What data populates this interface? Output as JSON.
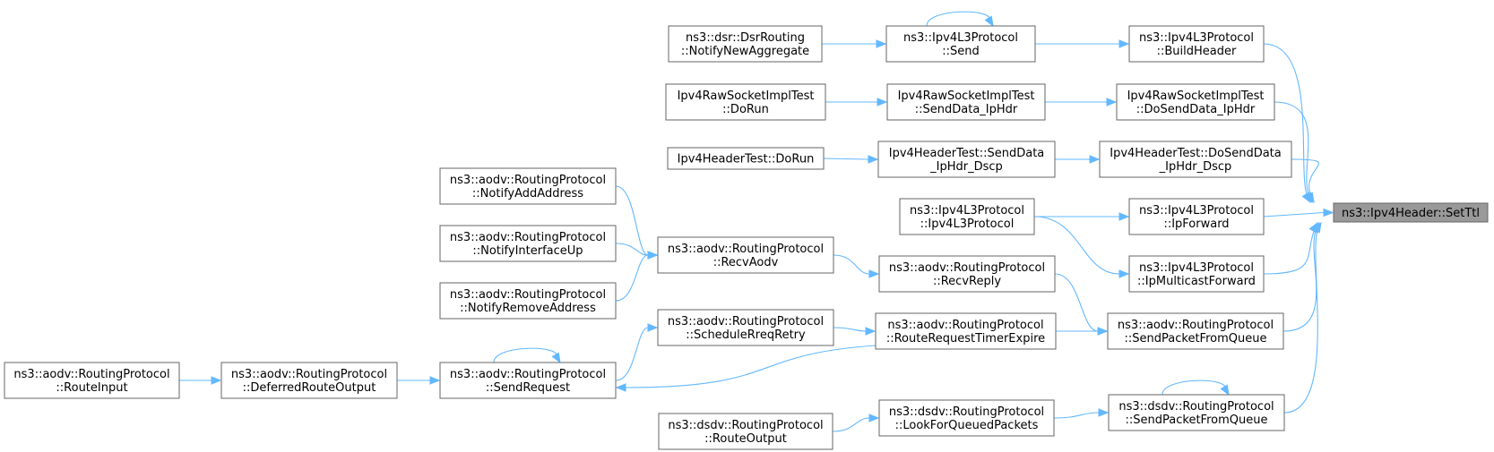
{
  "graph": {
    "root": "ns3::Ipv4Header::SetTtl",
    "nodes": {
      "settl": [
        "ns3::Ipv4Header::SetTtl"
      ],
      "buildheader": [
        "ns3::Ipv4L3Protocol",
        "::BuildHeader"
      ],
      "dosenddata_iphdr": [
        "Ipv4RawSocketImplTest",
        "::DoSendData_IpHdr"
      ],
      "dosenddata_dscp": [
        "Ipv4HeaderTest::DoSendData",
        "_IpHdr_Dscp"
      ],
      "ipforward": [
        "ns3::Ipv4L3Protocol",
        "::IpForward"
      ],
      "ipmulticastforward": [
        "ns3::Ipv4L3Protocol",
        "::IpMulticastForward"
      ],
      "aodv_sendpacketfromqueue": [
        "ns3::aodv::RoutingProtocol",
        "::SendPacketFromQueue"
      ],
      "dsdv_sendpacketfromqueue": [
        "ns3::dsdv::RoutingProtocol",
        "::SendPacketFromQueue"
      ],
      "ipv4l3_send": [
        "ns3::Ipv4L3Protocol",
        "::Send"
      ],
      "senddata_iphdr": [
        "Ipv4RawSocketImplTest",
        "::SendData_IpHdr"
      ],
      "senddata_dscp": [
        "Ipv4HeaderTest::SendData",
        "_IpHdr_Dscp"
      ],
      "ipv4l3_ctor": [
        "ns3::Ipv4L3Protocol",
        "::Ipv4L3Protocol"
      ],
      "recvreply": [
        "ns3::aodv::RoutingProtocol",
        "::RecvReply"
      ],
      "routerequesttimerexpire": [
        "ns3::aodv::RoutingProtocol",
        "::RouteRequestTimerExpire"
      ],
      "lookforqueuedpackets": [
        "ns3::dsdv::RoutingProtocol",
        "::LookForQueuedPackets"
      ],
      "notifynewaggregate": [
        "ns3::dsr::DsrRouting",
        "::NotifyNewAggregate"
      ],
      "rawtest_dorun": [
        "Ipv4RawSocketImplTest",
        "::DoRun"
      ],
      "headertest_dorun": [
        "Ipv4HeaderTest::DoRun"
      ],
      "recvaodv": [
        "ns3::aodv::RoutingProtocol",
        "::RecvAodv"
      ],
      "schedulerreqretry": [
        "ns3::aodv::RoutingProtocol",
        "::ScheduleRreqRetry"
      ],
      "sendrequest": [
        "ns3::aodv::RoutingProtocol",
        "::SendRequest"
      ],
      "notifyaddaddress": [
        "ns3::aodv::RoutingProtocol",
        "::NotifyAddAddress"
      ],
      "notifyinterfaceup": [
        "ns3::aodv::RoutingProtocol",
        "::NotifyInterfaceUp"
      ],
      "notifyremoveaddress": [
        "ns3::aodv::RoutingProtocol",
        "::NotifyRemoveAddress"
      ],
      "deferredrouteoutput": [
        "ns3::aodv::RoutingProtocol",
        "::DeferredRouteOutput"
      ],
      "routeinput": [
        "ns3::aodv::RoutingProtocol",
        "::RouteInput"
      ],
      "dsdv_routeoutput": [
        "ns3::dsdv::RoutingProtocol",
        "::RouteOutput"
      ]
    },
    "edges": [
      [
        "buildheader",
        "settl"
      ],
      [
        "dosenddata_iphdr",
        "settl"
      ],
      [
        "dosenddata_dscp",
        "settl"
      ],
      [
        "ipforward",
        "settl"
      ],
      [
        "ipmulticastforward",
        "settl"
      ],
      [
        "aodv_sendpacketfromqueue",
        "settl"
      ],
      [
        "dsdv_sendpacketfromqueue",
        "settl"
      ],
      [
        "ipv4l3_send",
        "buildheader"
      ],
      [
        "ipv4l3_send",
        "ipv4l3_send"
      ],
      [
        "senddata_iphdr",
        "dosenddata_iphdr"
      ],
      [
        "senddata_dscp",
        "dosenddata_dscp"
      ],
      [
        "ipv4l3_ctor",
        "ipforward"
      ],
      [
        "ipv4l3_ctor",
        "ipmulticastforward"
      ],
      [
        "recvreply",
        "aodv_sendpacketfromqueue"
      ],
      [
        "routerequesttimerexpire",
        "aodv_sendpacketfromqueue"
      ],
      [
        "dsdv_sendpacketfromqueue",
        "dsdv_sendpacketfromqueue"
      ],
      [
        "lookforqueuedpackets",
        "dsdv_sendpacketfromqueue"
      ],
      [
        "notifynewaggregate",
        "ipv4l3_send"
      ],
      [
        "rawtest_dorun",
        "senddata_iphdr"
      ],
      [
        "headertest_dorun",
        "senddata_dscp"
      ],
      [
        "recvaodv",
        "recvreply"
      ],
      [
        "schedulerreqretry",
        "routerequesttimerexpire"
      ],
      [
        "routerequesttimerexpire",
        "sendrequest"
      ],
      [
        "dsdv_routeoutput",
        "lookforqueuedpackets"
      ],
      [
        "notifyaddaddress",
        "recvaodv"
      ],
      [
        "notifyinterfaceup",
        "recvaodv"
      ],
      [
        "notifyremoveaddress",
        "recvaodv"
      ],
      [
        "sendrequest",
        "schedulerreqretry"
      ],
      [
        "sendrequest",
        "sendrequest"
      ],
      [
        "deferredrouteoutput",
        "sendrequest"
      ],
      [
        "routeinput",
        "deferredrouteoutput"
      ]
    ],
    "colors": {
      "edge": "#63b8ff",
      "node_border": "#666666",
      "root_fill": "#999999",
      "node_fill": "#ffffff"
    }
  }
}
